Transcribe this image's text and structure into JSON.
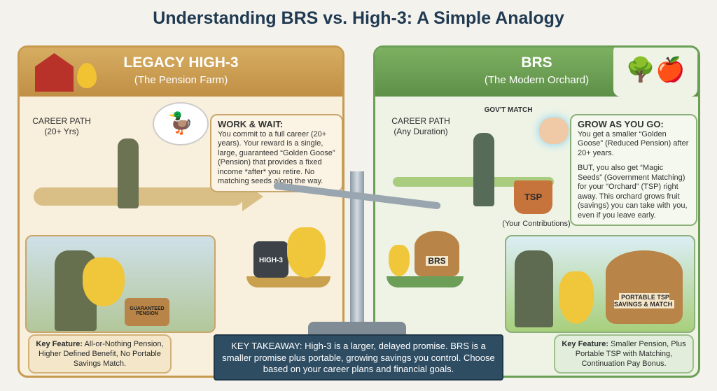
{
  "title": "Understanding BRS vs. High-3: A Simple Analogy",
  "left": {
    "title": "LEGACY HIGH-3",
    "subtitle": "(The Pension Farm)",
    "path_label": "CAREER PATH\n(20+ Yrs)",
    "box_title": "WORK & WAIT:",
    "box_text": "You commit to a full career (20+ years). Your reward is a single, large, guaranteed “Golden Goose” (Pension) that provides a fixed income *after* you retire. No matching seeds along the way.",
    "basket_label": "GUARANTEED PENSION",
    "kf_bold": "Key Feature:",
    "kf_text": " All-or-Nothing Pension, Higher Defined Benefit, No Portable Savings Match."
  },
  "right": {
    "title": "BRS",
    "subtitle": "(The Modern Orchard)",
    "path_label": "CAREER PATH\n(Any Duration)",
    "match_label": "GOV'T MATCH",
    "pot_label": "TSP",
    "contrib_label": "(Your Contributions)",
    "box_title": "GROW AS YOU GO:",
    "box_text1": "You get a smaller “Golden Goose” (Reduced Pension) after 20+ years.",
    "box_text2": "BUT, you also get “Magic Seeds” (Government Matching) for your “Orchard” (TSP) right away. This orchard grows fruit (savings) you can take with you, even if you leave early.",
    "basket_label": "PORTABLE TSP SAVINGS & MATCH",
    "kf_bold": "Key Feature:",
    "kf_text": " Smaller Pension, Plus Portable TSP with Matching, Continuation Pay Bonus."
  },
  "scale": {
    "left_weight": "HIGH-3",
    "right_basket": "BRS"
  },
  "takeaway": "KEY TAKEAWAY: High-3 is a larger, delayed promise. BRS is a smaller promise plus portable, growing savings you control. Choose based on your career plans and financial goals.",
  "colors": {
    "title": "#1f3a52",
    "left_accent": "#c79a4f",
    "right_accent": "#6a9f55",
    "takeaway_bg": "#2e4d63"
  }
}
